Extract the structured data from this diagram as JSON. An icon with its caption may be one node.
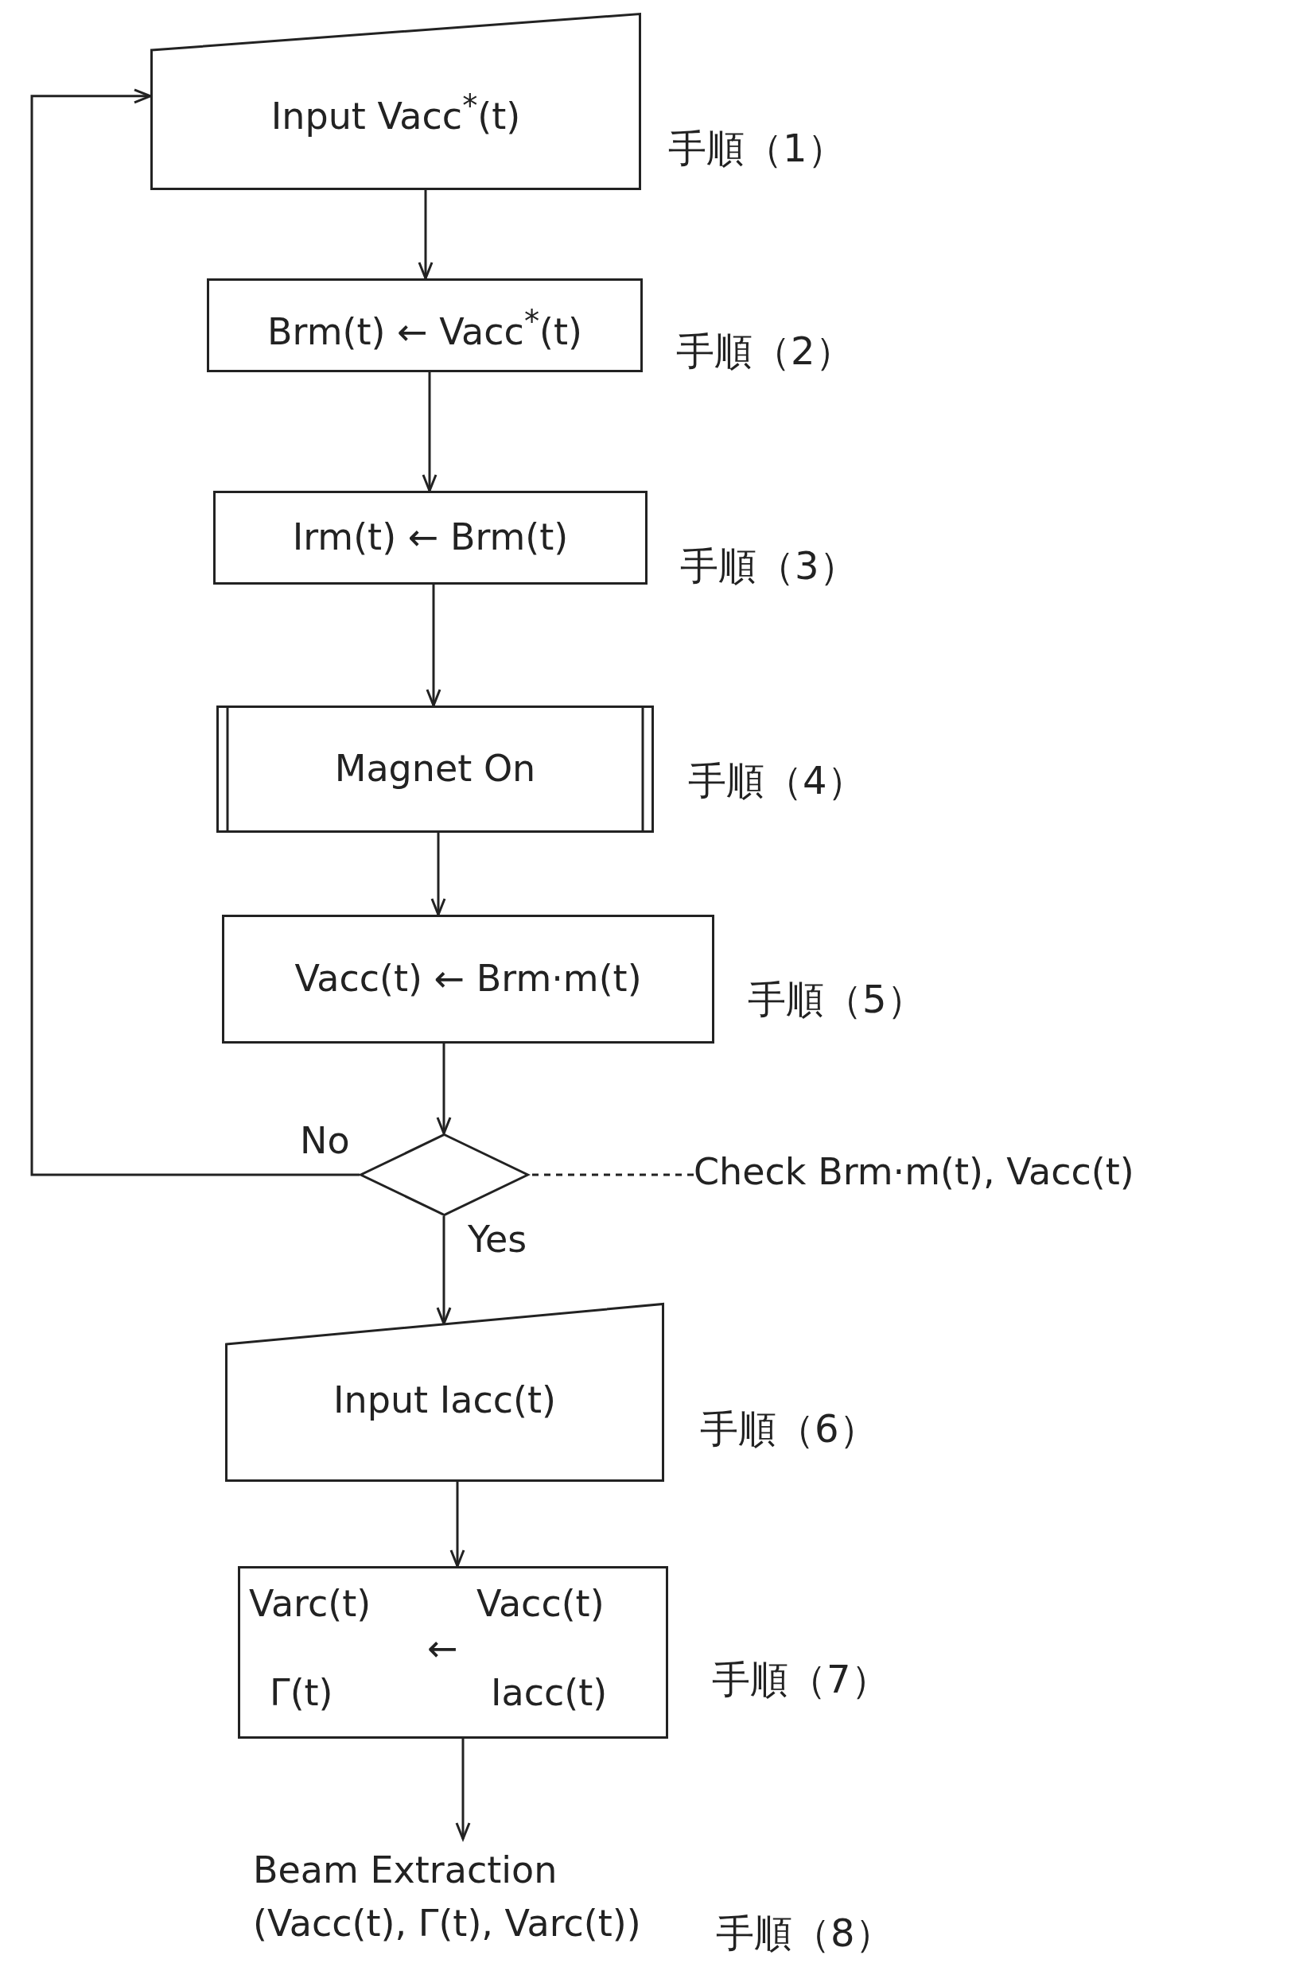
{
  "diagram": {
    "nodes": [
      {
        "text": [
          "Input Vacc$^{*}$(t)"
        ],
        "beside": [
          "手順（1）"
        ]
      },
      {
        "text": [
          "Brm(t) ← Vacc$^{*}$(t)"
        ],
        "beside": [
          "手順（2）"
        ]
      },
      {
        "text": [
          "Irm(t) ← Brm(t)"
        ],
        "beside": [
          "手順（3）"
        ]
      },
      {
        "text": [
          "Magnet On"
        ],
        "beside": [
          "手順（4）"
        ]
      },
      {
        "text": [
          "Vacc(t) ← Brm·m(t)"
        ],
        "beside": [
          "手順（5）"
        ]
      },
      {
        "text": [],
        "shape": "diamond"
      },
      {
        "text": [
          "Check Brm·m(t), Vacc(t)"
        ]
      },
      {
        "text": [
          "Input Iacc(t)"
        ],
        "beside": [
          "手順（6）"
        ]
      },
      {
        "text": [
          "Varc(t)",
          "Vacc(t)",
          "←",
          "Γ(t)",
          "Iacc(t)"
        ],
        "beside": [
          "手順（7）"
        ]
      },
      {
        "text": [
          "Beam Extraction (Vacc(t), Γ(t), Varc(t))"
        ],
        "beside": [
          "手順（8）"
        ]
      }
    ],
    "edges": [
      {
        "from": 0,
        "to": 1,
        "arrow": "to"
      },
      {
        "from": 1,
        "to": 2,
        "arrow": "to"
      },
      {
        "from": 2,
        "to": 3,
        "arrow": "to"
      },
      {
        "from": 3,
        "to": 4,
        "arrow": "to"
      },
      {
        "from": 4,
        "to": 5,
        "arrow": "to"
      },
      {
        "from": 5,
        "to": 0,
        "arrow": "to",
        "label": "No"
      },
      {
        "from": 6,
        "to": 5,
        "arrow": "none",
        "style": "dashed"
      },
      {
        "from": 5,
        "to": 7,
        "arrow": "to",
        "label": "Yes"
      },
      {
        "from": 7,
        "to": 8,
        "arrow": "to"
      },
      {
        "from": 8,
        "to": 9,
        "arrow": "to"
      }
    ]
  }
}
